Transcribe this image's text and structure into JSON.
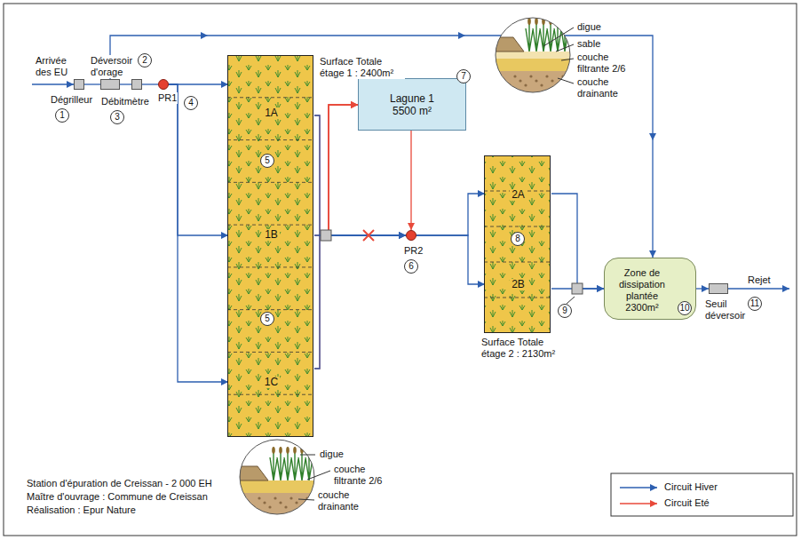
{
  "diagram": {
    "nodes": [
      {
        "text": [
          "Dégrilleur"
        ]
      },
      {
        "text": [
          "1"
        ]
      },
      {
        "text": [
          "Déversoir d'orage"
        ]
      },
      {
        "text": [
          "2"
        ]
      },
      {
        "text": [
          "Débitmètre"
        ]
      },
      {
        "text": [
          "3"
        ]
      },
      {
        "text": [
          "PR1"
        ]
      },
      {
        "text": [
          "4"
        ]
      },
      {
        "text": [
          "Surface Totale étage 1 : 2400m²"
        ]
      },
      {
        "text": [
          "1A"
        ],
        "in": 8
      },
      {
        "text": [
          "5"
        ],
        "in": 8
      },
      {
        "text": [
          "1B"
        ],
        "in": 8
      },
      {
        "text": [
          "5"
        ],
        "in": 8
      },
      {
        "text": [
          "1C"
        ],
        "in": 8
      },
      {
        "text": [
          "Lagune 1 5500 m²"
        ]
      },
      {
        "text": [
          "7"
        ]
      },
      {
        "text": [
          "PR2"
        ]
      },
      {
        "text": [
          "6"
        ]
      },
      {
        "text": [
          "Surface Totale étage 2 : 2130m²"
        ]
      },
      {
        "text": [
          "2A"
        ],
        "in": 18
      },
      {
        "text": [
          "8"
        ],
        "in": 18
      },
      {
        "text": [
          "2B"
        ],
        "in": 18
      },
      {
        "text": [
          "9"
        ]
      },
      {
        "text": [
          "Zone de dissipation plantée 2300m²"
        ]
      },
      {
        "text": [
          "10"
        ],
        "in": 23
      },
      {
        "text": [
          "Seuil déversoir"
        ]
      },
      {
        "text": [
          "11"
        ]
      }
    ],
    "edges": [
      {
        "from": 9,
        "to": 14,
        "arrow": "to"
      },
      {
        "from": 11,
        "to": 14,
        "arrow": "to"
      },
      {
        "from": 13,
        "to": 14,
        "arrow": "to"
      },
      {
        "from": 14,
        "to": 16,
        "arrow": "to"
      },
      {
        "from": 0,
        "to": 2,
        "arrow": "none"
      },
      {
        "from": 2,
        "to": 4,
        "arrow": "none"
      },
      {
        "from": 4,
        "to": 6,
        "arrow": "none"
      },
      {
        "from": 2,
        "to": 23,
        "arrow": "to"
      },
      {
        "from": 6,
        "to": 9,
        "arrow": "to"
      },
      {
        "from": 6,
        "to": 11,
        "arrow": "to"
      },
      {
        "from": 6,
        "to": 13,
        "arrow": "to"
      },
      {
        "from": 9,
        "to": 16,
        "arrow": "to"
      },
      {
        "from": 11,
        "to": 16,
        "arrow": "to"
      },
      {
        "from": 13,
        "to": 16,
        "arrow": "to"
      },
      {
        "from": 16,
        "to": 19,
        "arrow": "to"
      },
      {
        "from": 16,
        "to": 21,
        "arrow": "to"
      },
      {
        "from": 19,
        "to": 23,
        "arrow": "to"
      },
      {
        "from": 21,
        "to": 23,
        "arrow": "to"
      },
      {
        "from": 23,
        "to": 25,
        "arrow": "to"
      }
    ],
    "labels": [
      "Arrivée des EU",
      "digue",
      "sable",
      "couche filtrante 2/6",
      "couche drainante",
      "Rejet",
      "digue",
      "couche filtrante 2/6",
      "couche drainante",
      "Station d'épuration de Creissan - 2 000 EH",
      "Maître d'ouvrage : Commune de Creissan",
      "Réalisation : Epur Nature"
    ],
    "legend": [
      {
        "text": "Circuit Hiver"
      },
      {
        "text": "Circuit Eté"
      }
    ]
  }
}
